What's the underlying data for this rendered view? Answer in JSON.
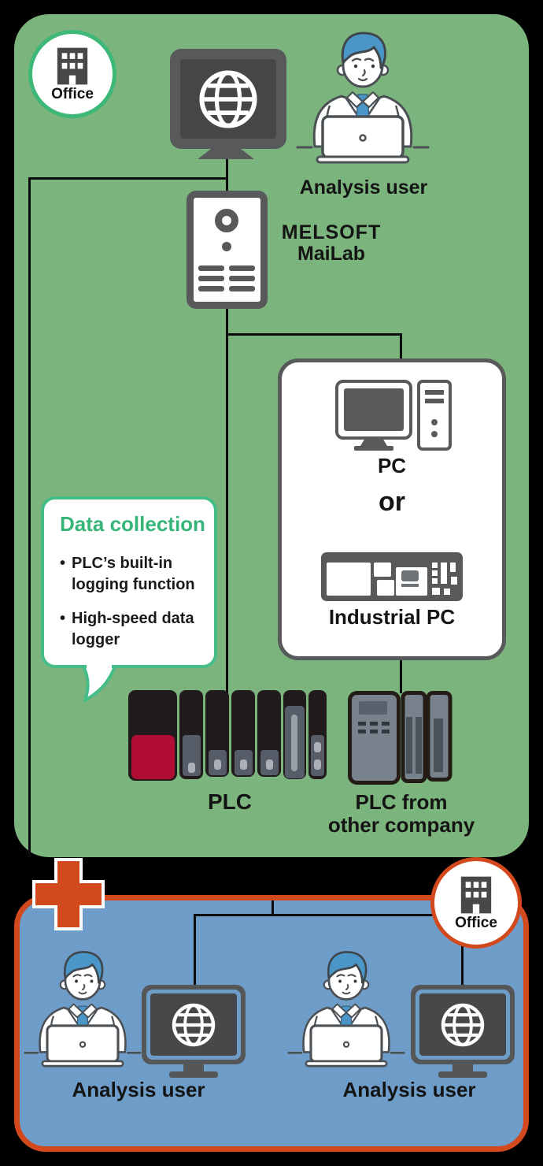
{
  "colors": {
    "background": "#000000",
    "factory_panel_green": "#7cb47d",
    "accent_green": "#3eb878",
    "office_panel_blue": "#6f9dc9",
    "accent_orange": "#d2491e",
    "icon_gray": "#58595b",
    "plc_red": "#b00d35",
    "person_blue": "#4b96c8"
  },
  "factory_panel": {
    "office_badge": {
      "label": "Office"
    },
    "analysis_user": {
      "label": "Analysis user"
    },
    "server": {
      "label_line1": "MELSOFT",
      "label_line2": "MaiLab"
    },
    "device_box": {
      "pc_label": "PC",
      "or_label": "or",
      "industrial_pc_label": "Industrial PC"
    },
    "data_collection": {
      "title": "Data collection",
      "marker": "•",
      "bullets": [
        "PLC’s built-in logging function",
        "High-speed data logger"
      ]
    },
    "plc": {
      "label": "PLC"
    },
    "plc_other": {
      "label_line1": "PLC from",
      "label_line2": "other company"
    }
  },
  "office_panel": {
    "office_badge": {
      "label": "Office"
    },
    "users": [
      {
        "label": "Analysis user"
      },
      {
        "label": "Analysis user"
      }
    ]
  }
}
